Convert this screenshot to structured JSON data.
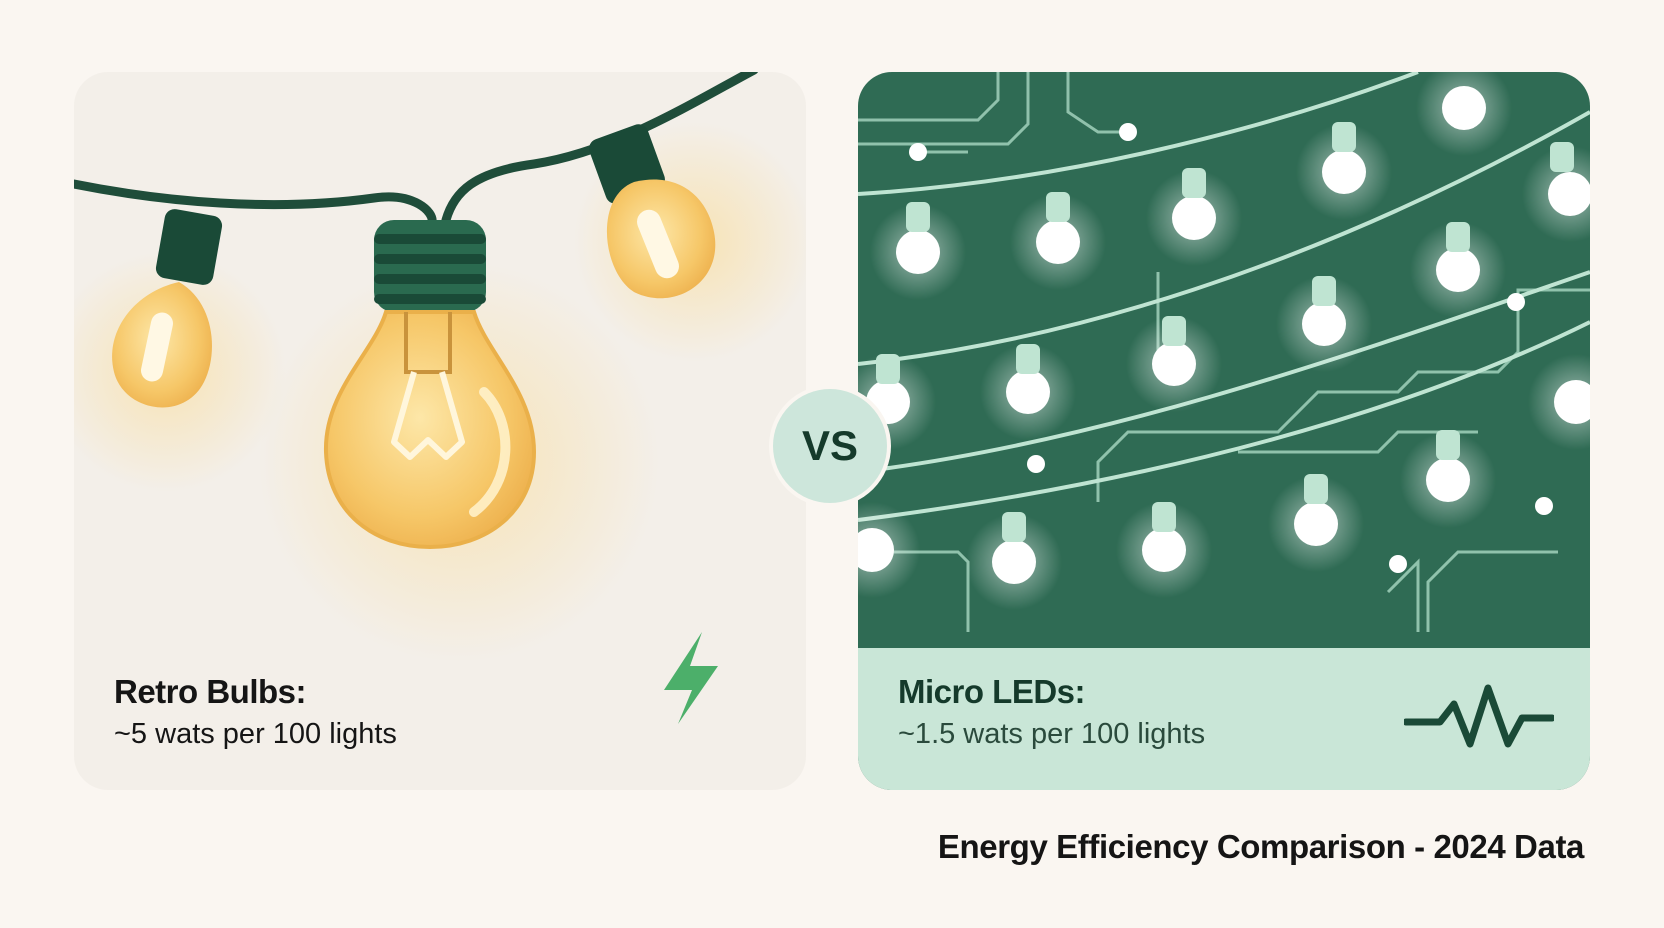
{
  "left_card": {
    "title": "Retro Bulbs:",
    "value": "~5 wats per 100 lights",
    "icon": "lightning-bolt-icon",
    "accent": "#4caf6a"
  },
  "right_card": {
    "title": "Micro LEDs:",
    "value": "~1.5 wats per 100 lights",
    "icon": "pulse-wave-icon",
    "background": "#2f6b54",
    "band": "#c9e6d7"
  },
  "vs_label": "VS",
  "caption": "Energy Efficiency Comparison - 2024 Data",
  "colors": {
    "wire": "#1f4d3a",
    "bulb_glow": "#f7c766",
    "led_glow": "#ffffff"
  }
}
